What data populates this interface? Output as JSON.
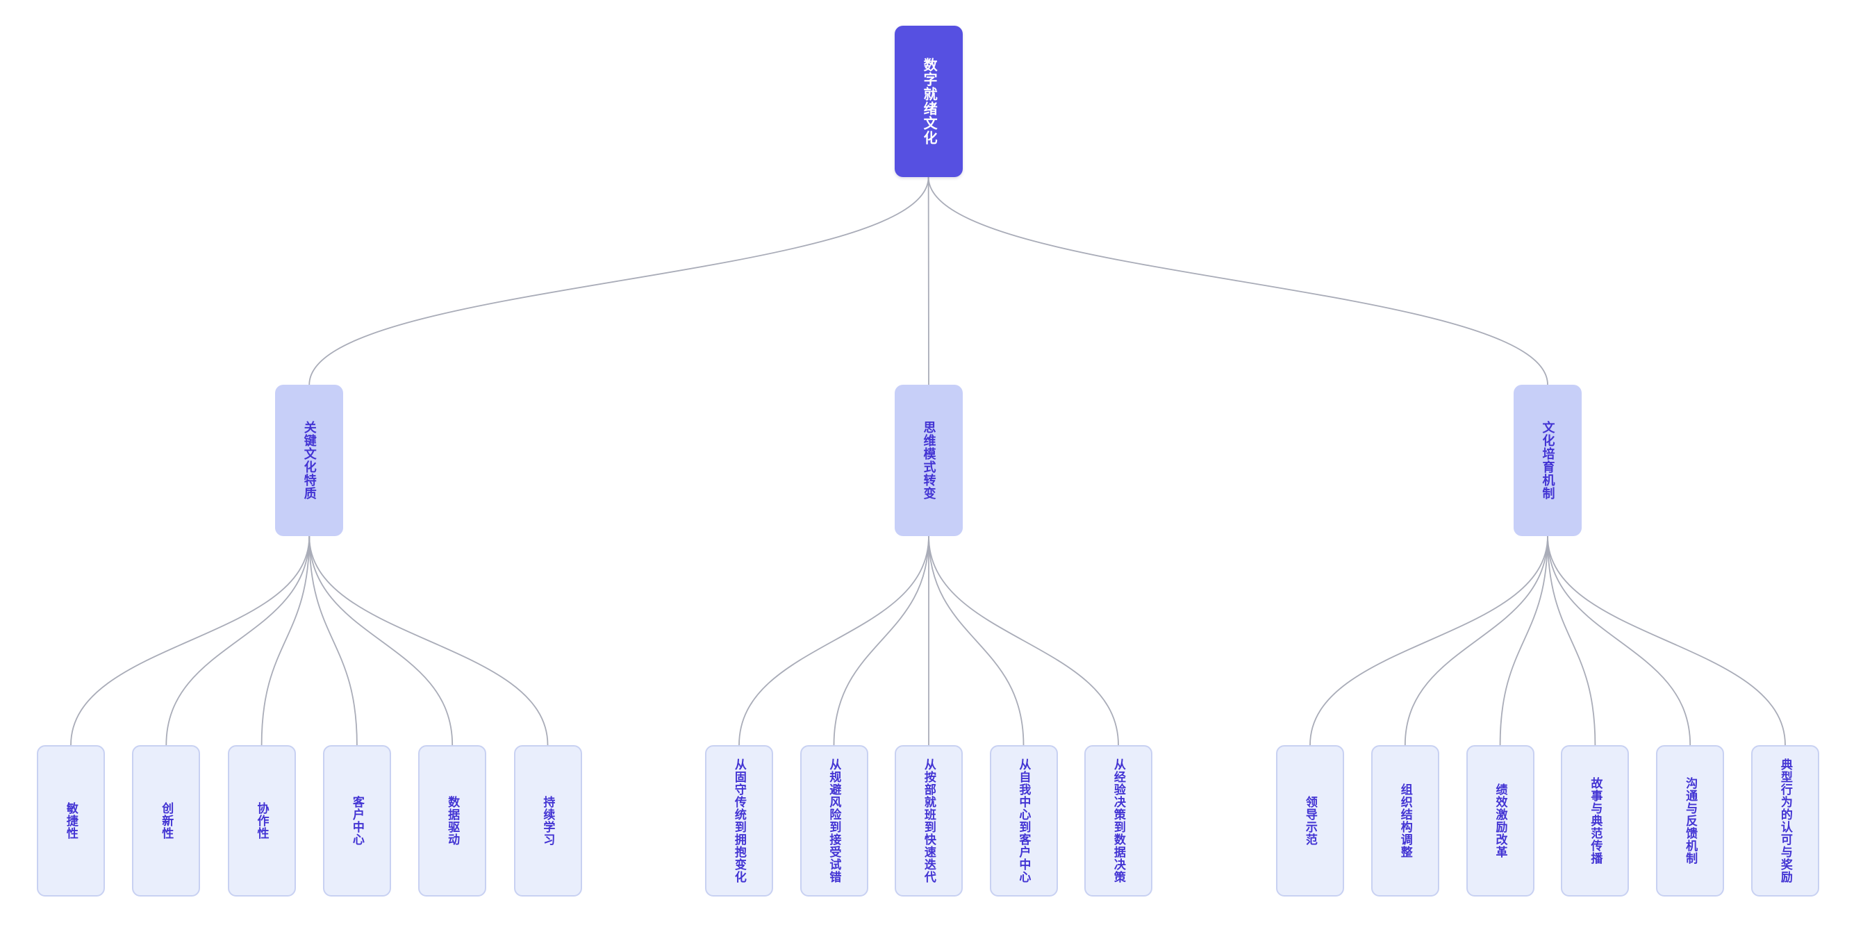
{
  "diagram": {
    "type": "mindmap-tree",
    "background": "#ffffff",
    "colors": {
      "root_fill": "#5650e1",
      "root_text": "#ffffff",
      "branch_fill": "#c7cff8",
      "branch_text": "#4334d3",
      "leaf_fill": "#e9eefc",
      "leaf_border": "#c8d1f2",
      "leaf_text": "#4334d3",
      "edge": "#a9acb8"
    },
    "root": {
      "label": "数字就绪文化",
      "children": [
        {
          "label": "关键文化特质",
          "children": [
            {
              "label": "敏捷性"
            },
            {
              "label": "创新性"
            },
            {
              "label": "协作性"
            },
            {
              "label": "客户中心"
            },
            {
              "label": "数据驱动"
            },
            {
              "label": "持续学习"
            }
          ]
        },
        {
          "label": "思维模式转变",
          "children": [
            {
              "label": "从固守传统到拥抱变化"
            },
            {
              "label": "从规避风险到接受试错"
            },
            {
              "label": "从按部就班到快速迭代"
            },
            {
              "label": "从自我中心到客户中心"
            },
            {
              "label": "从经验决策到数据决策"
            }
          ]
        },
        {
          "label": "文化培育机制",
          "children": [
            {
              "label": "领导示范"
            },
            {
              "label": "组织结构调整"
            },
            {
              "label": "绩效激励改革"
            },
            {
              "label": "故事与典范传播"
            },
            {
              "label": "沟通与反馈机制"
            },
            {
              "label": "典型行为的认可与奖励"
            }
          ]
        }
      ]
    }
  }
}
